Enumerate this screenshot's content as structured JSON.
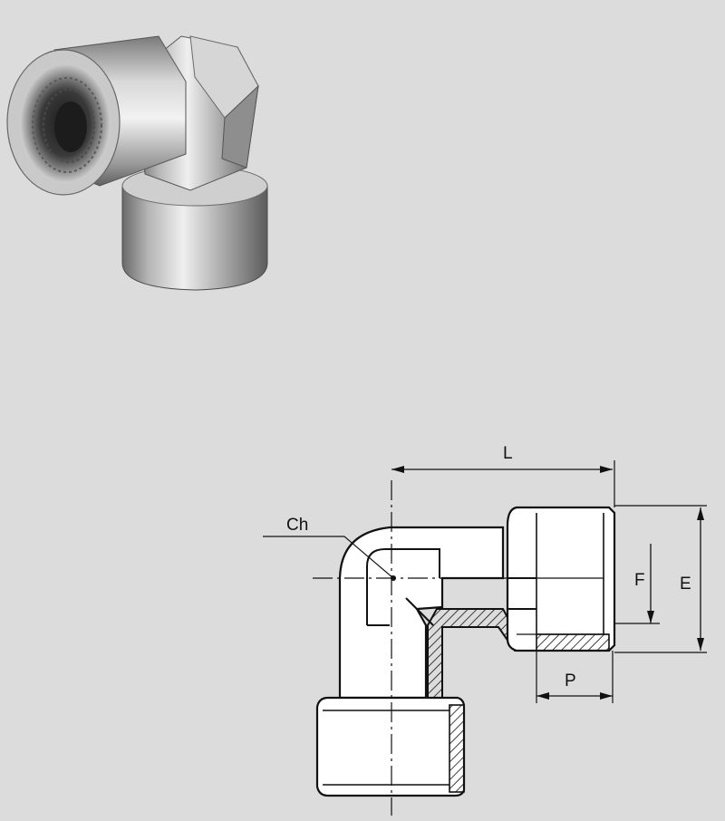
{
  "product_photo": {
    "subject": "elbow-fitting-female-female",
    "colors": {
      "metal_light": "#e8e8e8",
      "metal_mid": "#a6a6a6",
      "metal_dark": "#5a5a5a",
      "thread_dark": "#2a2a2a"
    }
  },
  "drawing": {
    "labels": {
      "length": "L",
      "hex": "Ch",
      "thread": "F",
      "height": "E",
      "thread_depth": "P"
    },
    "colors": {
      "line": "#111111",
      "body_fill": "#ffffff",
      "hatch": "#111111",
      "background": "#dcdcdc"
    }
  }
}
